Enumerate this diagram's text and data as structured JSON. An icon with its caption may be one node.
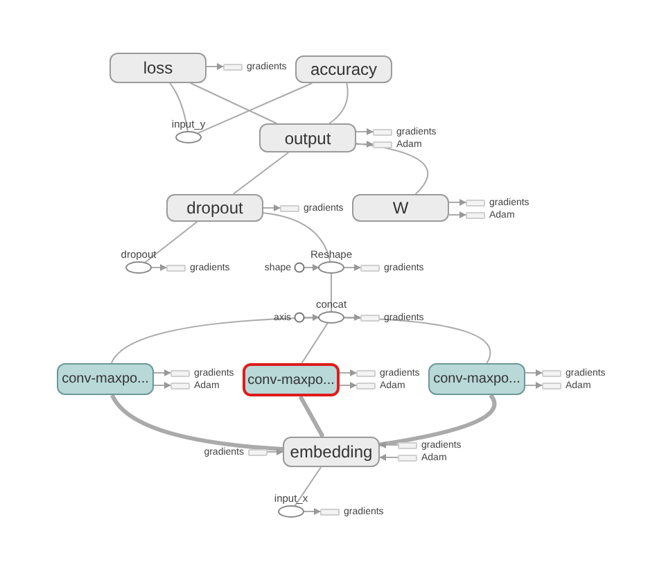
{
  "diagram": {
    "nodes": [
      {
        "text": [
          "loss"
        ]
      },
      {
        "text": [
          "gradients"
        ]
      },
      {
        "text": [
          "accuracy"
        ]
      },
      {
        "text": [
          "input_y"
        ]
      },
      {
        "text": [
          "output"
        ]
      },
      {
        "text": [
          "gradients"
        ]
      },
      {
        "text": [
          "Adam"
        ]
      },
      {
        "text": [
          "dropout"
        ]
      },
      {
        "text": [
          "gradients"
        ]
      },
      {
        "text": [
          "W"
        ]
      },
      {
        "text": [
          "gradients"
        ]
      },
      {
        "text": [
          "Adam"
        ]
      },
      {
        "text": [
          "dropout"
        ]
      },
      {
        "text": [
          "gradients"
        ]
      },
      {
        "text": [
          "shape"
        ]
      },
      {
        "text": [
          "Reshape"
        ]
      },
      {
        "text": [
          "gradients"
        ]
      },
      {
        "text": [
          "axis"
        ]
      },
      {
        "text": [
          "concat"
        ]
      },
      {
        "text": [
          "gradients"
        ]
      },
      {
        "text": [
          "conv-maxpo..."
        ]
      },
      {
        "text": [
          "gradients"
        ]
      },
      {
        "text": [
          "Adam"
        ]
      },
      {
        "text": [
          "conv-maxpo..."
        ]
      },
      {
        "text": [
          "gradients"
        ]
      },
      {
        "text": [
          "Adam"
        ]
      },
      {
        "text": [
          "conv-maxpo..."
        ]
      },
      {
        "text": [
          "gradients"
        ]
      },
      {
        "text": [
          "Adam"
        ]
      },
      {
        "text": [
          "gradients"
        ]
      },
      {
        "text": [
          "embedding"
        ]
      },
      {
        "text": [
          "gradients"
        ]
      },
      {
        "text": [
          "Adam"
        ]
      },
      {
        "text": [
          "input_x"
        ]
      },
      {
        "text": [
          "gradients"
        ]
      }
    ],
    "edges": [
      {
        "from": 3,
        "to": 0,
        "arrow": "none"
      },
      {
        "from": 4,
        "to": 0,
        "arrow": "none"
      },
      {
        "from": 3,
        "to": 2,
        "arrow": "none"
      },
      {
        "from": 4,
        "to": 2,
        "arrow": "none"
      },
      {
        "from": 7,
        "to": 4,
        "arrow": "none"
      },
      {
        "from": 9,
        "to": 4,
        "arrow": "none"
      },
      {
        "from": 12,
        "to": 7,
        "arrow": "none"
      },
      {
        "from": 15,
        "to": 7,
        "arrow": "none"
      },
      {
        "from": 18,
        "to": 15,
        "arrow": "none"
      },
      {
        "from": 20,
        "to": 18,
        "arrow": "none"
      },
      {
        "from": 23,
        "to": 18,
        "arrow": "none"
      },
      {
        "from": 26,
        "to": 18,
        "arrow": "none"
      },
      {
        "from": 30,
        "to": 20,
        "arrow": "none",
        "style": "thick"
      },
      {
        "from": 30,
        "to": 23,
        "arrow": "none",
        "style": "thick"
      },
      {
        "from": 30,
        "to": 26,
        "arrow": "none",
        "style": "thick"
      },
      {
        "from": 33,
        "to": 30,
        "arrow": "none"
      },
      {
        "from": 0,
        "to": 1,
        "arrow": "to"
      },
      {
        "from": 4,
        "to": 5,
        "arrow": "to"
      },
      {
        "from": 4,
        "to": 6,
        "arrow": "to"
      },
      {
        "from": 7,
        "to": 8,
        "arrow": "to"
      },
      {
        "from": 9,
        "to": 10,
        "arrow": "to"
      },
      {
        "from": 9,
        "to": 11,
        "arrow": "to"
      },
      {
        "from": 12,
        "to": 13,
        "arrow": "to"
      },
      {
        "from": 14,
        "to": 15,
        "arrow": "to"
      },
      {
        "from": 15,
        "to": 16,
        "arrow": "to"
      },
      {
        "from": 17,
        "to": 18,
        "arrow": "to"
      },
      {
        "from": 18,
        "to": 19,
        "arrow": "to"
      },
      {
        "from": 20,
        "to": 21,
        "arrow": "to"
      },
      {
        "from": 20,
        "to": 22,
        "arrow": "to"
      },
      {
        "from": 23,
        "to": 24,
        "arrow": "to"
      },
      {
        "from": 23,
        "to": 25,
        "arrow": "to"
      },
      {
        "from": 26,
        "to": 27,
        "arrow": "to"
      },
      {
        "from": 26,
        "to": 28,
        "arrow": "to"
      },
      {
        "from": 29,
        "to": 30,
        "arrow": "to"
      },
      {
        "from": 31,
        "to": 30,
        "arrow": "to"
      },
      {
        "from": 32,
        "to": 30,
        "arrow": "to"
      },
      {
        "from": 33,
        "to": 34,
        "arrow": "to"
      }
    ]
  }
}
